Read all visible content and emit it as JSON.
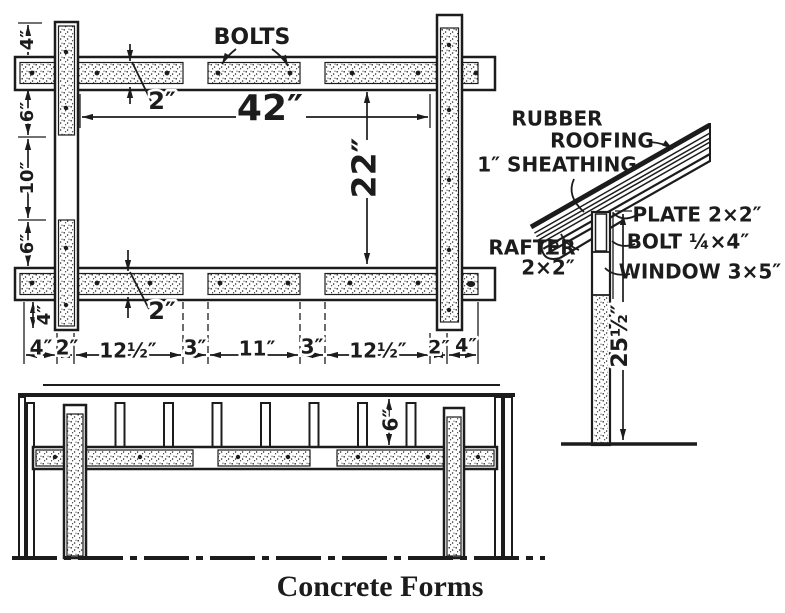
{
  "colors": {
    "ink": "#1c1c1c",
    "paper": "#ffffff"
  },
  "caption": "Concrete Forms",
  "plan": {
    "bolts_label": "BOLTS",
    "board_thickness_top": "2″",
    "board_thickness_bottom": "2″",
    "inner_width": "42″",
    "inner_height": "22″",
    "left_chain": [
      "4″",
      "6″",
      "10″",
      "6″",
      "4″"
    ],
    "bottom_chain": [
      "4″",
      "2″",
      "12½″",
      "3″",
      "11″",
      "3″",
      "12½″",
      "2″",
      "4″"
    ]
  },
  "elevation": {
    "stake_projection": "6″"
  },
  "section": {
    "roofing_label_line1": "RUBBER",
    "roofing_label_line2": "ROOFING",
    "sheathing_label": "1″ SHEATHING",
    "plate_label": "PLATE 2×2″",
    "bolt_label": "BOLT ¼×4″",
    "window_label": "WINDOW 3×5″",
    "rafter_label_line1": "RAFTER",
    "rafter_label_line2": "2×2″",
    "post_height": "25½″"
  }
}
